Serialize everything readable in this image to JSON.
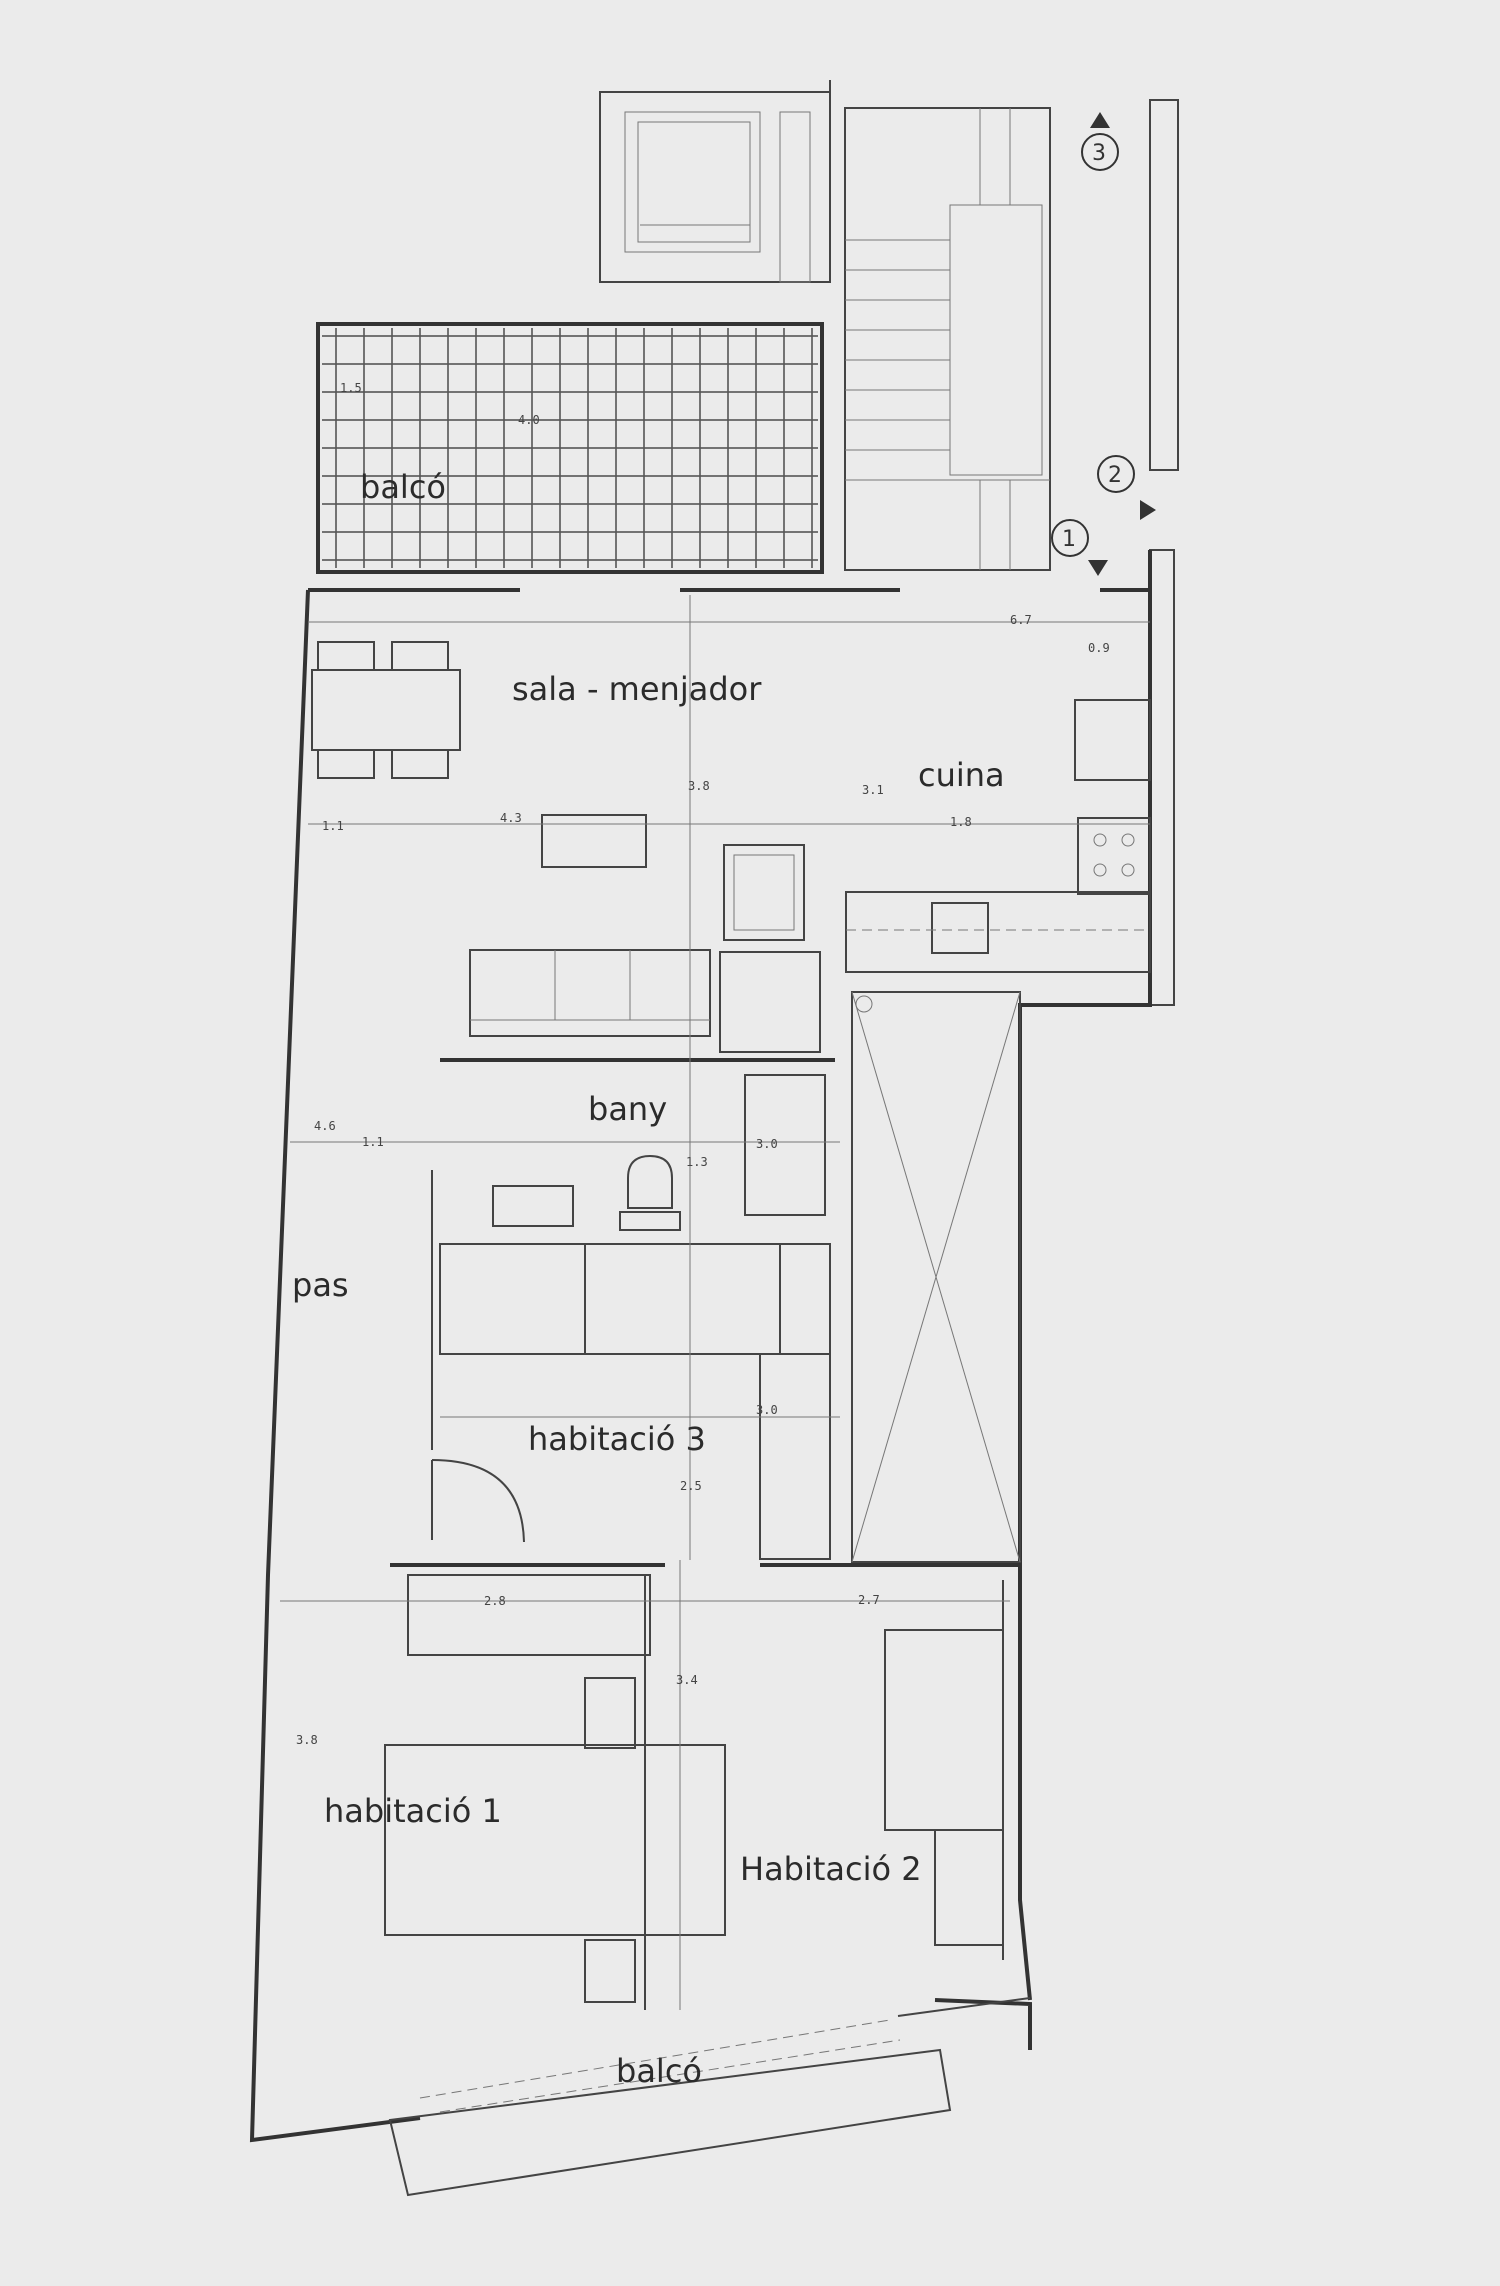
{
  "rooms": {
    "balco_top": "balcó",
    "sala": "sala - menjador",
    "cuina": "cuina",
    "bany": "bany",
    "pas": "pas",
    "habitacio3": "habitació 3",
    "habitacio1": "habitació 1",
    "habitacio2": "Habitació 2",
    "balco_bottom": "balcó"
  },
  "markers": {
    "m1": "1",
    "m2": "2",
    "m3": "3"
  },
  "dimensions": {
    "d_balco_w": "4.0",
    "d_balco_h": "1.5",
    "d_total_w": "6.7",
    "d_entry": "0.9",
    "d_sala_w": "4.3",
    "d_sala_h": "3.8",
    "d_cuina_h": "3.1",
    "d_cuina_w": "1.8",
    "d_sala_side": "1.1",
    "d_pas_len": "4.6",
    "d_pas_w": "1.1",
    "d_bany_h": "1.3",
    "d_bany_w": "3.0",
    "d_hab3_w": "3.0",
    "d_hab3_h": "2.5",
    "d_hab1_w": "2.8",
    "d_hab2_w": "2.7",
    "d_hab1_h": "3.8",
    "d_hab2_h": "3.4"
  }
}
